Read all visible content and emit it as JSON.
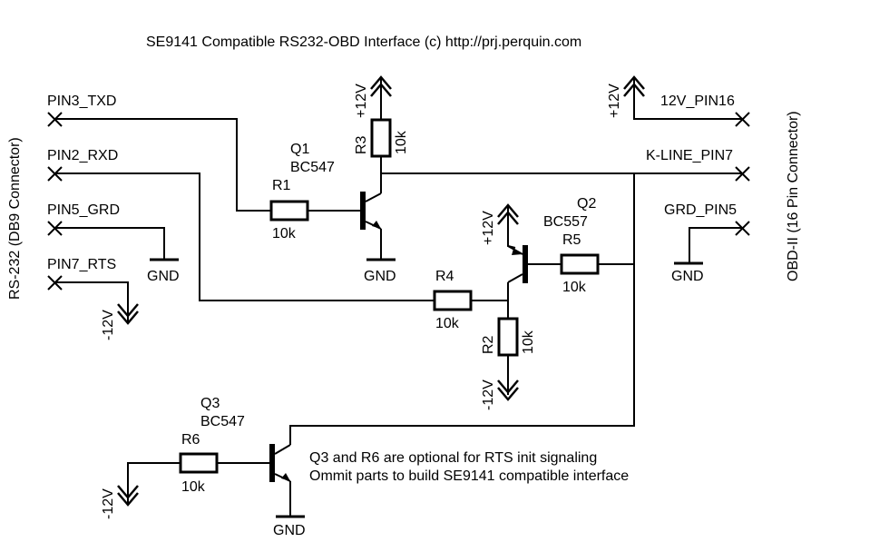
{
  "title": "SE9141 Compatible RS232-OBD Interface   (c) http://prj.perquin.com",
  "connectors": {
    "left": {
      "label": "RS-232 (DB9 Connector)",
      "pins": [
        {
          "name": "PIN3_TXD"
        },
        {
          "name": "PIN2_RXD"
        },
        {
          "name": "PIN5_GRD"
        },
        {
          "name": "PIN7_RTS"
        }
      ]
    },
    "right": {
      "label": "OBD-II (16 Pin Connector)",
      "pins": [
        {
          "name": "12V_PIN16"
        },
        {
          "name": "K-LINE_PIN7"
        },
        {
          "name": "GRD_PIN5"
        }
      ]
    }
  },
  "components": {
    "q1": {
      "ref": "Q1",
      "part": "BC547"
    },
    "q2": {
      "ref": "Q2",
      "part": "BC557"
    },
    "q3": {
      "ref": "Q3",
      "part": "BC547"
    },
    "r1": {
      "ref": "R1",
      "value": "10k"
    },
    "r2": {
      "ref": "R2",
      "value": "10k"
    },
    "r3": {
      "ref": "R3",
      "value": "10k"
    },
    "r4": {
      "ref": "R4",
      "value": "10k"
    },
    "r5": {
      "ref": "R5",
      "value": "10k"
    },
    "r6": {
      "ref": "R6",
      "value": "10k"
    }
  },
  "power": {
    "plus12": "+12V",
    "minus12": "-12V",
    "gnd": "GND"
  },
  "notes": [
    "Q3 and R6 are optional for RTS init signaling",
    "Ommit parts to build SE9141 compatible interface"
  ]
}
